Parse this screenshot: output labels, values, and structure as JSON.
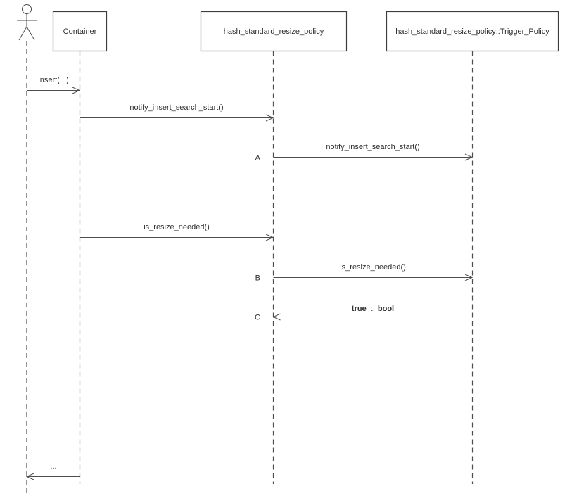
{
  "diagram": {
    "kind": "uml-sequence-diagram",
    "colors": {
      "background": "#ffffff",
      "line": "#4d4d4d",
      "box_border": "#3c3c3c",
      "text": "#2e2e2e"
    },
    "actor": {
      "role": "user-actor",
      "name": ""
    },
    "participants": [
      {
        "name": "Container"
      },
      {
        "name": "hash_standard_resize_policy"
      },
      {
        "name": "hash_standard_resize_policy::Trigger_Policy"
      }
    ],
    "messages": [
      {
        "from": "actor",
        "to": "Container",
        "label": "insert(...)"
      },
      {
        "from": "Container",
        "to": "hash_standard_resize_policy",
        "label": "notify_insert_search_start()"
      },
      {
        "seq": "A",
        "from": "hash_standard_resize_policy",
        "to": "hash_standard_resize_policy::Trigger_Policy",
        "label": "notify_insert_search_start()"
      },
      {
        "from": "Container",
        "to": "hash_standard_resize_policy",
        "label": "is_resize_needed()"
      },
      {
        "seq": "B",
        "from": "hash_standard_resize_policy",
        "to": "hash_standard_resize_policy::Trigger_Policy",
        "label": "is_resize_needed()"
      },
      {
        "seq": "C",
        "from": "hash_standard_resize_policy::Trigger_Policy",
        "to": "hash_standard_resize_policy",
        "return_value": "true",
        "separator": ":",
        "return_type": "bool"
      },
      {
        "from": "Container",
        "to": "actor",
        "label": "..."
      }
    ]
  }
}
